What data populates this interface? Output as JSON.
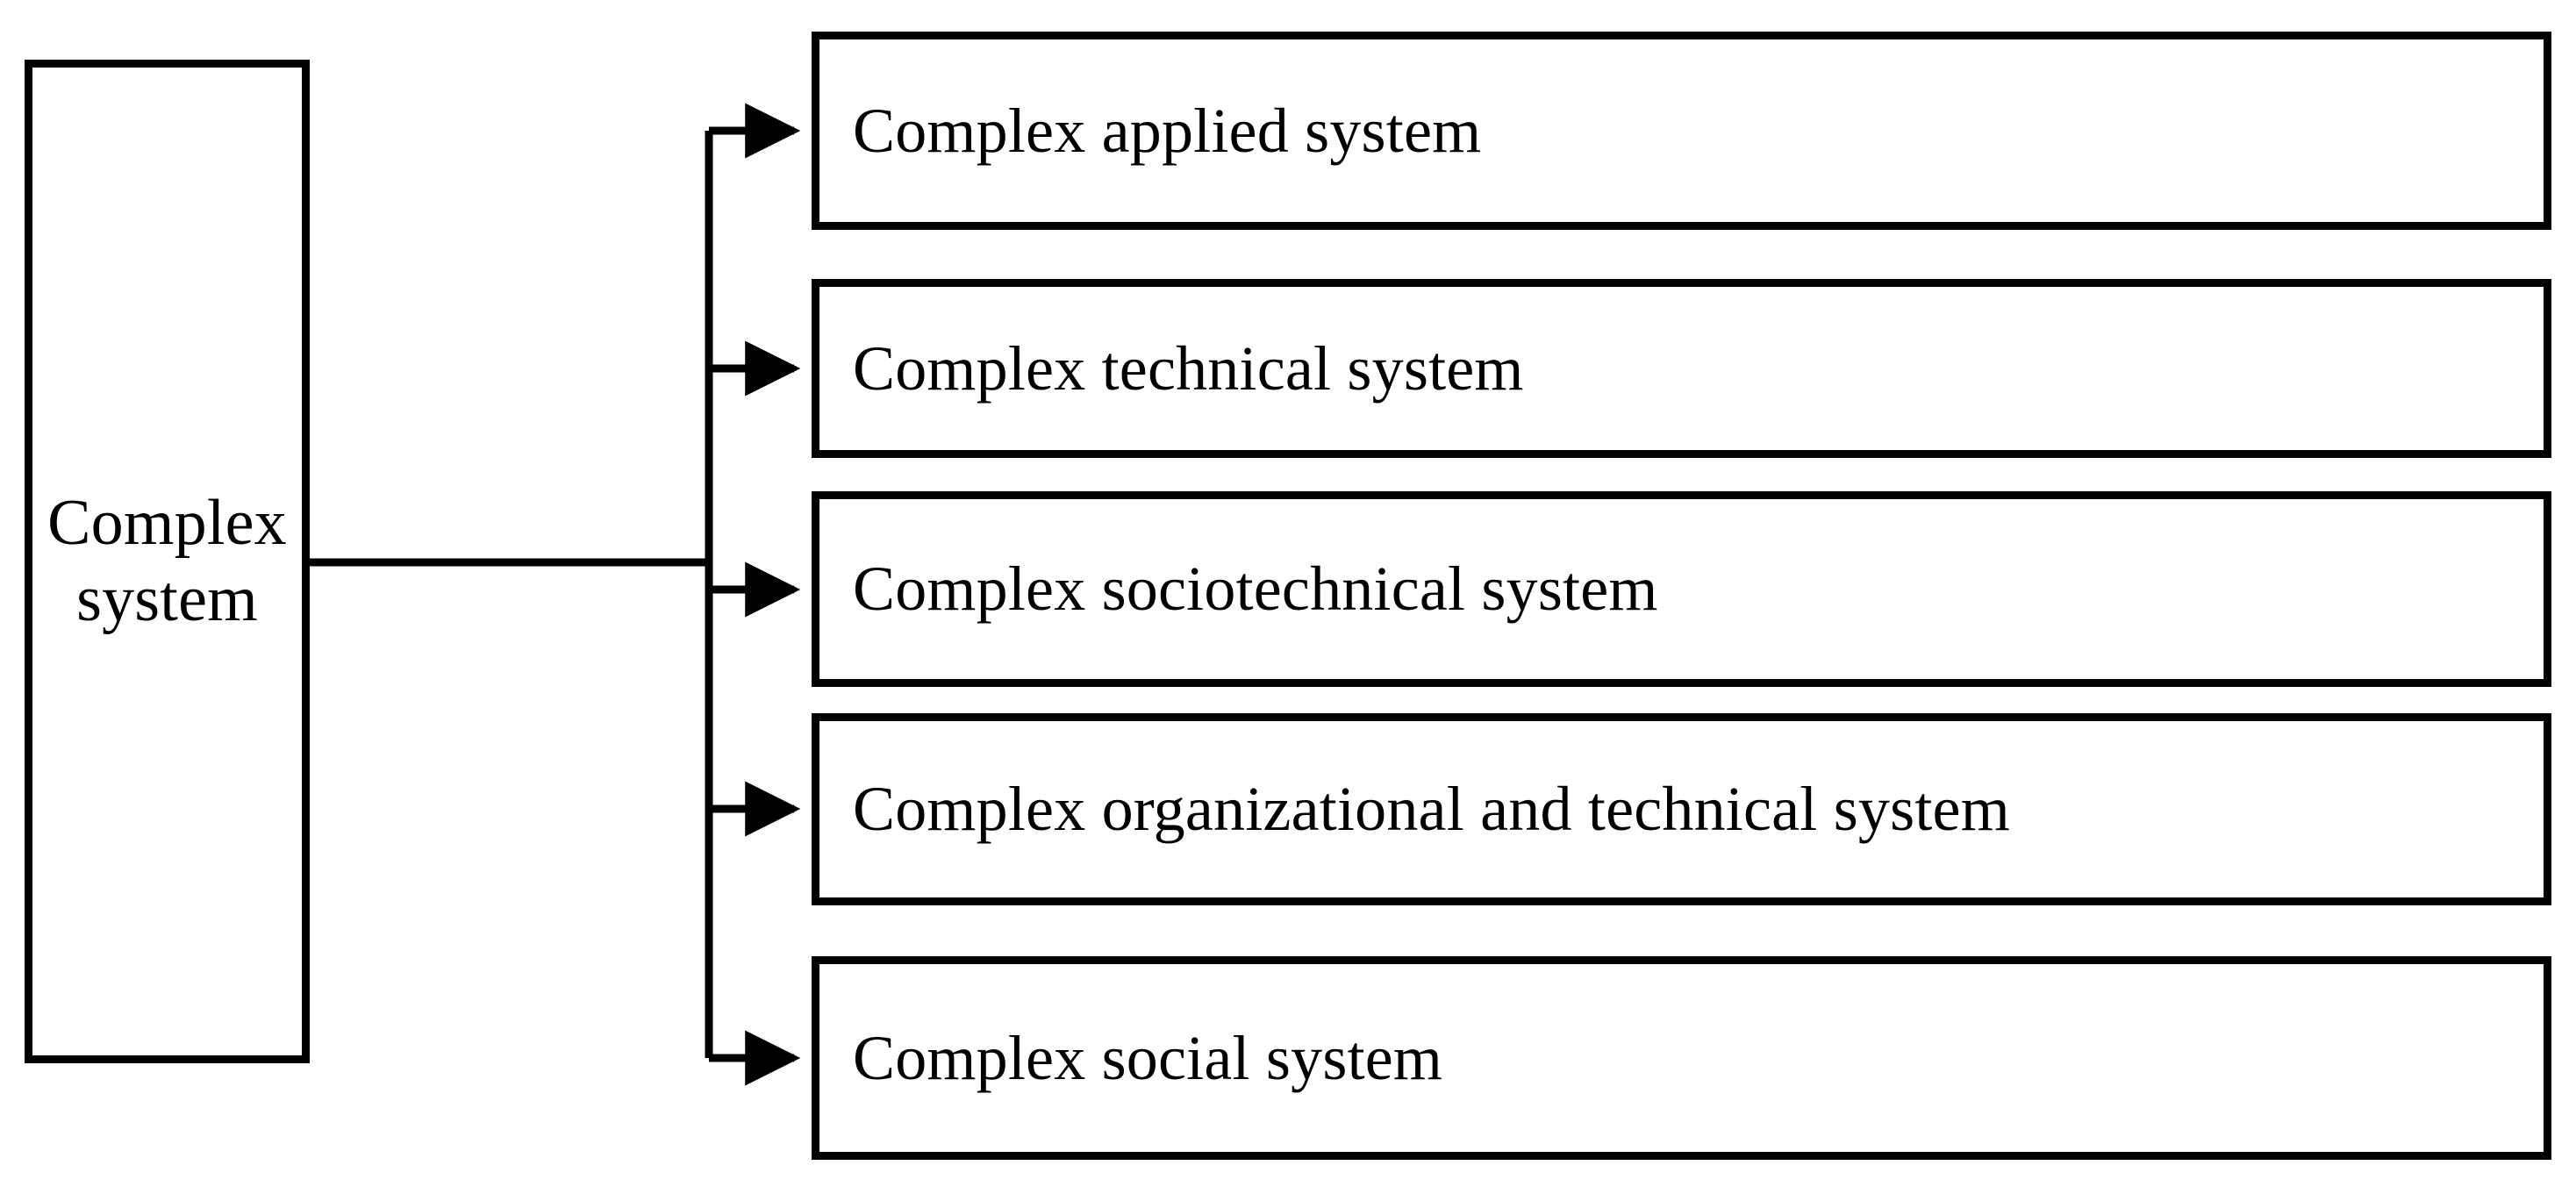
{
  "diagram": {
    "type": "hierarchy-tree",
    "orientation": "left-to-right",
    "background_color": "#ffffff",
    "line_color": "#000000",
    "text_color": "#000000",
    "root": {
      "label": "Complex\nsystem",
      "label_line_1": "Complex",
      "label_line_2": "system"
    },
    "children": [
      {
        "label": "Complex applied system"
      },
      {
        "label": "Complex technical system"
      },
      {
        "label": "Complex sociotechnical system"
      },
      {
        "label": "Complex organizational and technical system"
      },
      {
        "label": "Complex social system"
      }
    ],
    "edge_style": "orthogonal-bus-with-arrowheads",
    "arrow_count": 5
  }
}
